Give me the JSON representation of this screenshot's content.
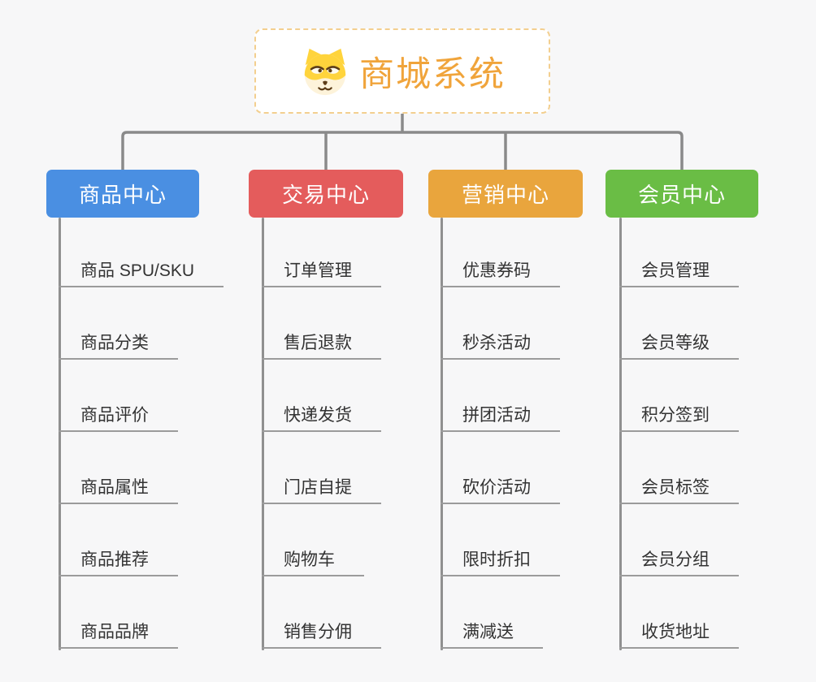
{
  "page": {
    "background_color": "#f7f7f8",
    "connector_color": "#8a8a8a"
  },
  "root": {
    "title": "商城系统",
    "title_color": "#f0a43b",
    "border_color": "#f3cf8f",
    "icon": "dog-icon"
  },
  "branches": [
    {
      "label": "商品中心",
      "color": "#4a8fe2",
      "items": [
        "商品 SPU/SKU",
        "商品分类",
        "商品评价",
        "商品属性",
        "商品推荐",
        "商品品牌"
      ]
    },
    {
      "label": "交易中心",
      "color": "#e45c5c",
      "items": [
        "订单管理",
        "售后退款",
        "快递发货",
        "门店自提",
        "购物车",
        "销售分佣"
      ]
    },
    {
      "label": "营销中心",
      "color": "#e9a53d",
      "items": [
        "优惠券码",
        "秒杀活动",
        "拼团活动",
        "砍价活动",
        "限时折扣",
        "满减送"
      ]
    },
    {
      "label": "会员中心",
      "color": "#6abd45",
      "items": [
        "会员管理",
        "会员等级",
        "积分签到",
        "会员标签",
        "会员分组",
        "收货地址"
      ]
    }
  ]
}
